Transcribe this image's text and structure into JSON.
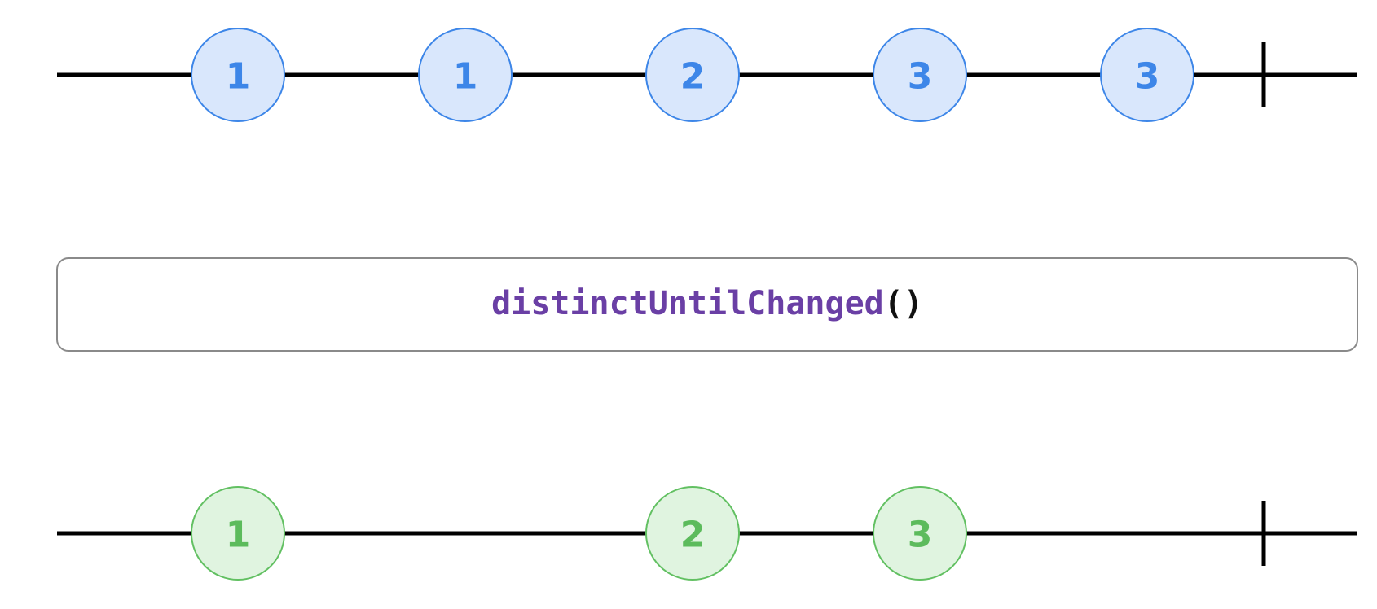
{
  "operator": {
    "name": "distinctUntilChanged",
    "parens": "()"
  },
  "colors": {
    "input_fill": "#d9e7fc",
    "input_stroke": "#3d86e8",
    "input_text": "#3d86e8",
    "output_fill": "#e0f4e0",
    "output_stroke": "#62c062",
    "output_text": "#5cbb5c",
    "operator_name": "#6a3fa5",
    "operator_parens": "#111111"
  },
  "input_stream": {
    "values": [
      "1",
      "1",
      "2",
      "3",
      "3"
    ]
  },
  "output_stream": {
    "values": [
      "1",
      "2",
      "3"
    ],
    "source_index": [
      0,
      2,
      3
    ]
  }
}
